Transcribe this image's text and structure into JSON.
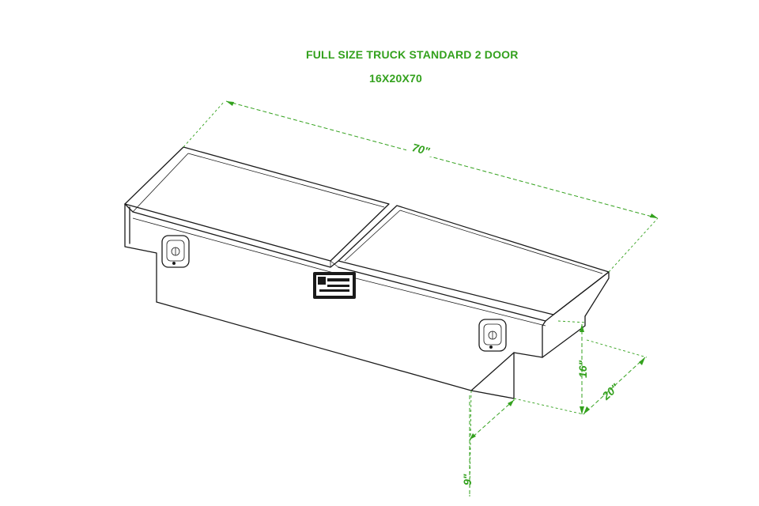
{
  "title": "FULL SIZE TRUCK STANDARD 2 DOOR",
  "subtitle": "16X20X70",
  "dimensions": {
    "length": "70\"",
    "height": "16\"",
    "depth": "20\"",
    "lower_depth": "9\""
  },
  "colors": {
    "dimension": "#33a11d",
    "outline": "#1a1a1a"
  }
}
